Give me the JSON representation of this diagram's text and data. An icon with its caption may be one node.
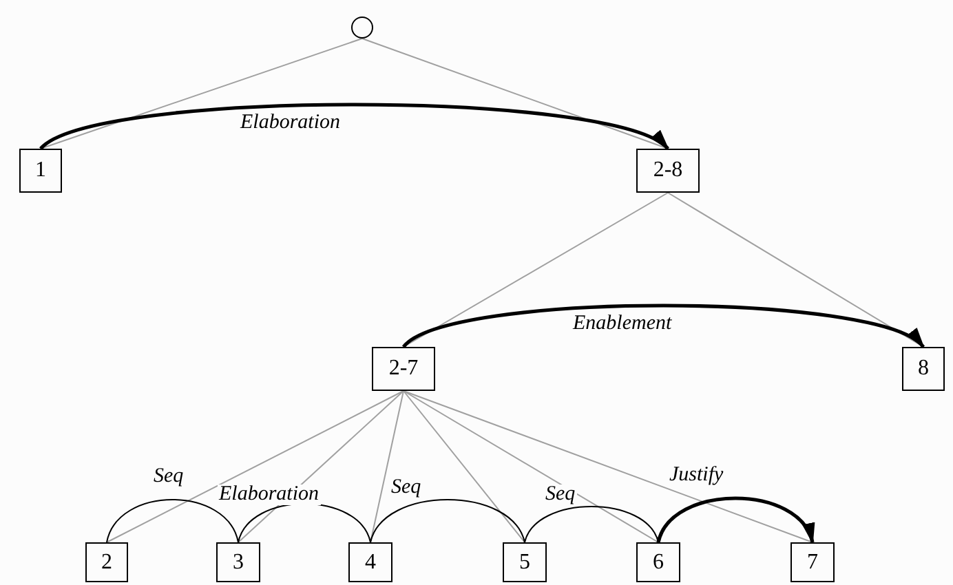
{
  "diagram": {
    "nodes": [
      {
        "text": [],
        "shape": "circle"
      },
      {
        "text": [
          "1"
        ]
      },
      {
        "text": [
          "2-8"
        ]
      },
      {
        "text": [
          "2-7"
        ]
      },
      {
        "text": [
          "8"
        ]
      },
      {
        "text": [
          "2"
        ]
      },
      {
        "text": [
          "3"
        ]
      },
      {
        "text": [
          "4"
        ]
      },
      {
        "text": [
          "5"
        ]
      },
      {
        "text": [
          "6"
        ]
      },
      {
        "text": [
          "7"
        ]
      }
    ],
    "edges": [
      {
        "from": 0,
        "to": 1,
        "arrow": "none"
      },
      {
        "from": 0,
        "to": 2,
        "arrow": "none"
      },
      {
        "from": 2,
        "to": 3,
        "arrow": "none"
      },
      {
        "from": 2,
        "to": 4,
        "arrow": "none"
      },
      {
        "from": 3,
        "to": 5,
        "arrow": "none"
      },
      {
        "from": 3,
        "to": 6,
        "arrow": "none"
      },
      {
        "from": 3,
        "to": 7,
        "arrow": "none"
      },
      {
        "from": 3,
        "to": 8,
        "arrow": "none"
      },
      {
        "from": 3,
        "to": 9,
        "arrow": "none"
      },
      {
        "from": 3,
        "to": 10,
        "arrow": "none"
      },
      {
        "from": 1,
        "to": 2,
        "arrow": "to",
        "label": "Elaboration",
        "style": "thick",
        "color": "#000000"
      },
      {
        "from": 3,
        "to": 4,
        "arrow": "to",
        "label": "Enablement",
        "style": "thick",
        "color": "#000000"
      },
      {
        "from": 5,
        "to": 6,
        "arrow": "none",
        "label": "Seq",
        "color": "#000000"
      },
      {
        "from": 6,
        "to": 7,
        "arrow": "none",
        "label": "Elaboration",
        "color": "#000000"
      },
      {
        "from": 7,
        "to": 8,
        "arrow": "none",
        "label": "Seq",
        "color": "#000000"
      },
      {
        "from": 8,
        "to": 9,
        "arrow": "none",
        "label": "Seq",
        "color": "#000000"
      },
      {
        "from": 9,
        "to": 10,
        "arrow": "to",
        "label": "Justify",
        "style": "thick",
        "color": "#000000"
      }
    ]
  }
}
